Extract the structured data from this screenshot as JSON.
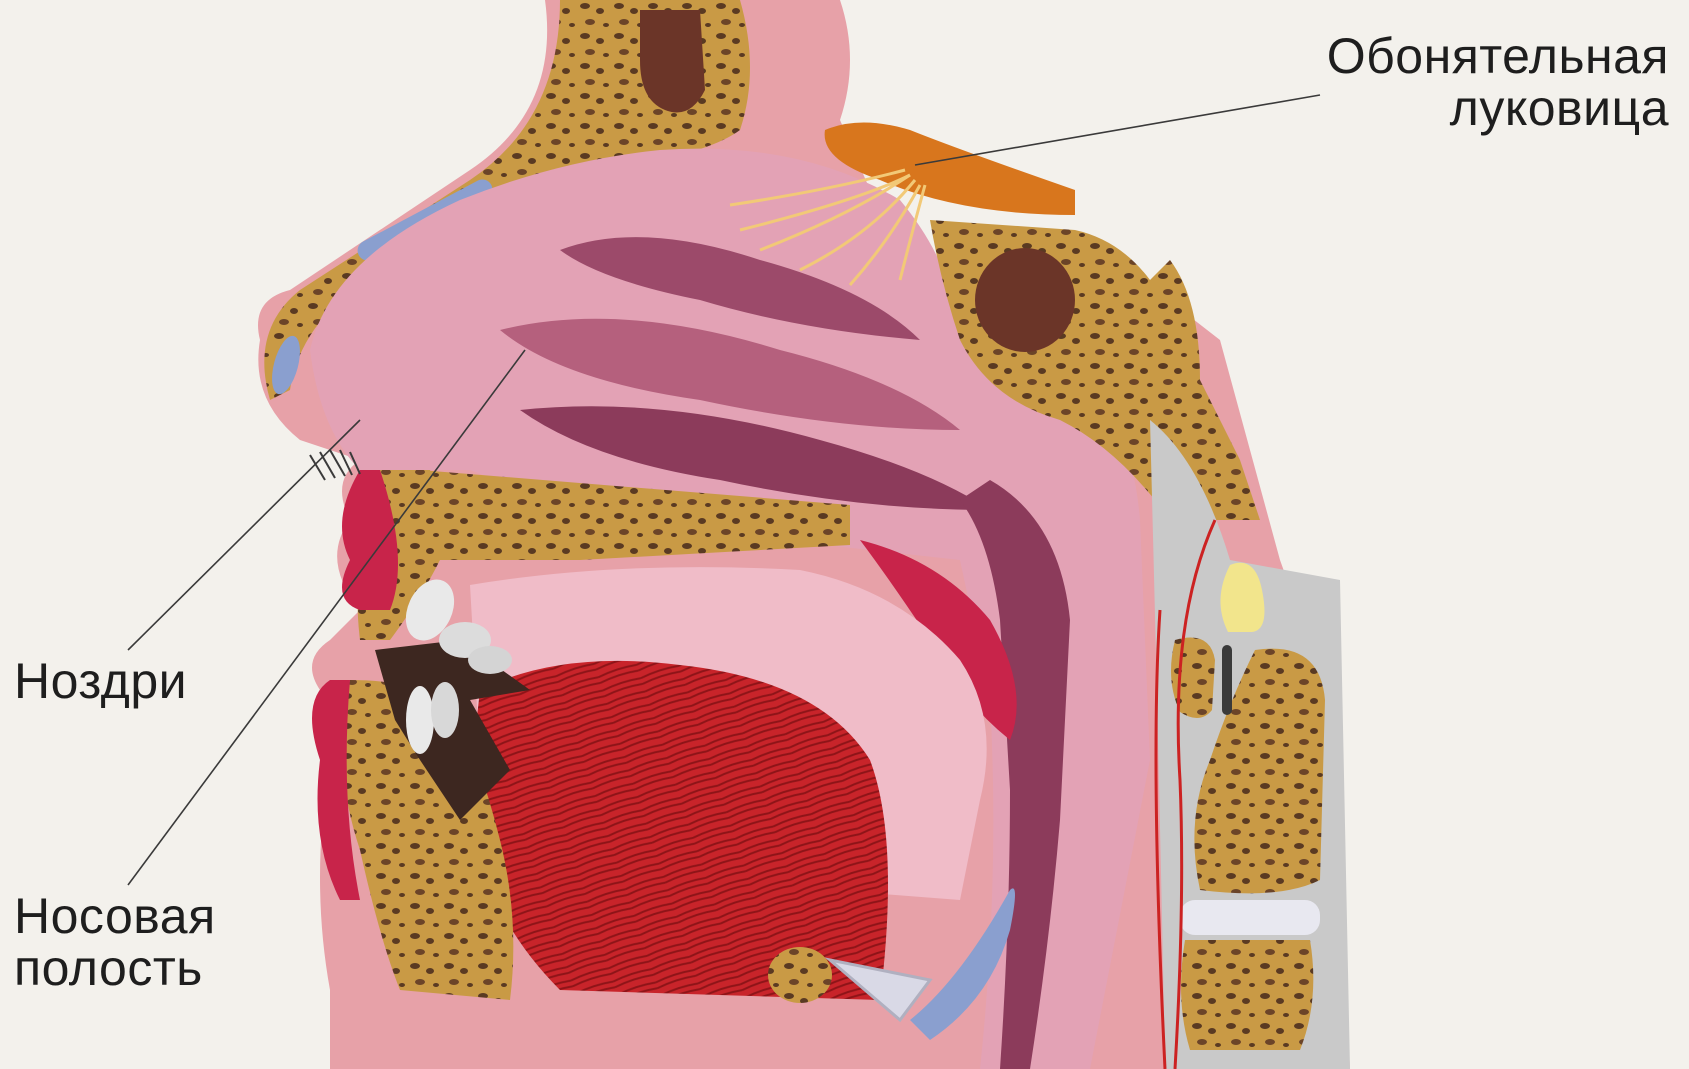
{
  "labels": {
    "olfactory_bulb": {
      "line1": "Обонятельная",
      "line2": "луковица"
    },
    "nostrils": "Ноздри",
    "nasal_cavity": {
      "line1": "Носовая",
      "line2": "полость"
    }
  },
  "colors": {
    "background": "#f3f1ec",
    "bone": "#c99a45",
    "bone_pores": "#5a3a22",
    "mucosa": "#e3a2b5",
    "mucosa_dark": "#9c4a6a",
    "cavity": "#8c3b5b",
    "muscle": "#c8242a",
    "cartilage": "#8a9fcf",
    "bulb": "#d8761d",
    "nerve": "#f2c977",
    "teeth": "#e9e9e9",
    "skin": "#e7a1a8",
    "spinal": "#c9c9c9",
    "vertebra_yellow": "#f2e58c",
    "leader_line": "#3a3a3a"
  }
}
